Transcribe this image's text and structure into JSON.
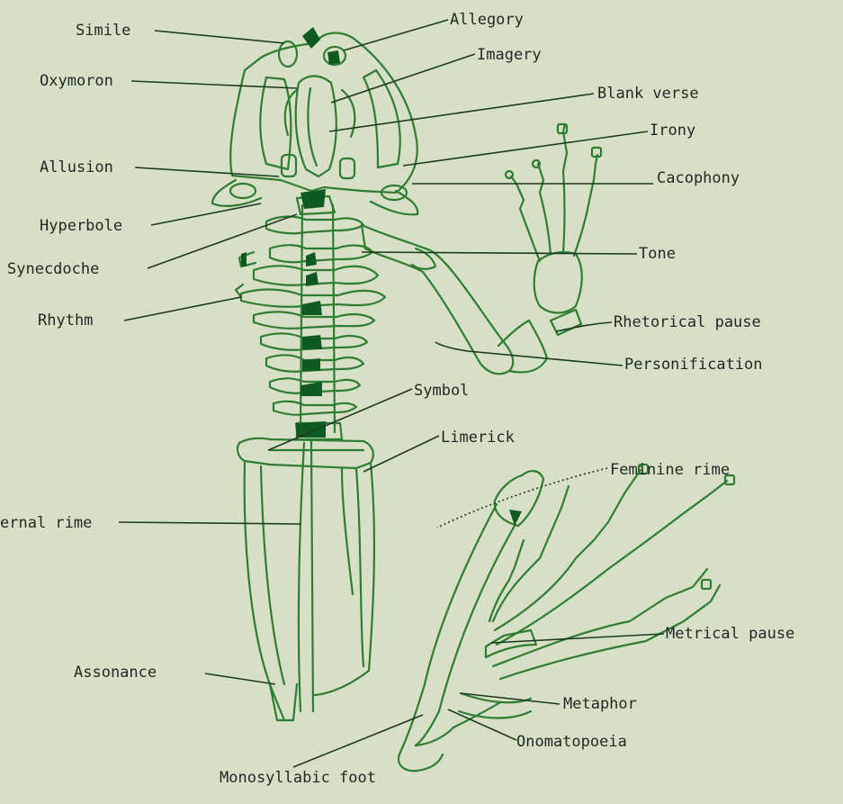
{
  "colors": {
    "background": "#d7dfc7",
    "ink": "#1c2a22",
    "skeleton": "#2e7d32",
    "leader": "#1b3a22",
    "accent": "#0f5a22"
  },
  "labels": {
    "simile": "Simile",
    "allegory": "Allegory",
    "imagery": "Imagery",
    "oxymoron": "Oxymoron",
    "blank_verse": "Blank verse",
    "irony": "Irony",
    "allusion": "Allusion",
    "cacophony": "Cacophony",
    "hyperbole": "Hyperbole",
    "synecdoche": "Synecdoche",
    "tone": "Tone",
    "rhythm": "Rhythm",
    "rhetorical_pause": "Rhetorical pause",
    "personification": "Personification",
    "symbol": "Symbol",
    "limerick": "Limerick",
    "feminine_rime": "Feminine rime",
    "internal_rime": "ernal rime",
    "metrical_pause": "Metrical pause",
    "assonance": "Assonance",
    "metaphor": "Metaphor",
    "onomatopoeia": "Onomatopoeia",
    "monosyllabic_foot": "Monosyllabic foot"
  }
}
